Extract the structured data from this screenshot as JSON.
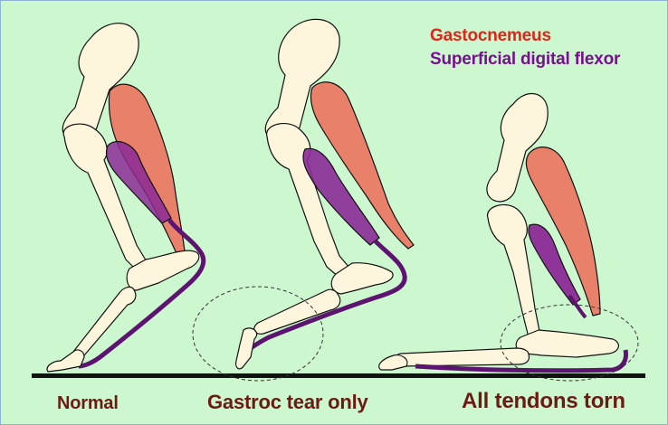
{
  "legend": {
    "gastrocnemius": {
      "label": "Gastocnemeus",
      "color": "#e12418"
    },
    "superficial_digital_flexor": {
      "label": "Superficial digital flexor",
      "color": "#7a0f93"
    }
  },
  "captions": {
    "normal": "Normal",
    "gastroc_tear": "Gastroc tear only",
    "all_torn": "All tendons torn"
  },
  "colors": {
    "background": "#cdf7cf",
    "bone": "#fdf6dc",
    "muscle_gastrocnemius": "#e8806a",
    "muscle_sdf": "#8b2a96",
    "tendon_sdf": "#5c1470",
    "ground": "#111111"
  }
}
